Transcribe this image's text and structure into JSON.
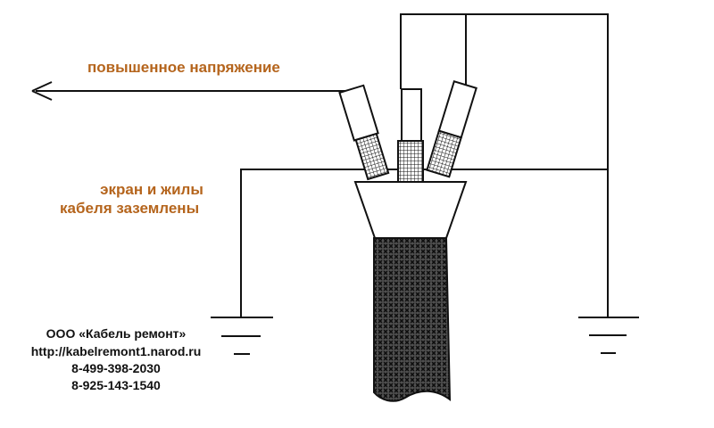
{
  "labels": {
    "high_voltage": "повышенное напряжение",
    "grounded_line1": "экран и жилы",
    "grounded_line2": "кабеля заземлены"
  },
  "company": {
    "name": "ООО «Кабель ремонт»",
    "url": "http://kabelremont1.narod.ru",
    "phone1": "8-499-398-2030",
    "phone2": "8-925-143-1540"
  },
  "colors": {
    "label_text": "#b5651d",
    "line": "#111111"
  }
}
